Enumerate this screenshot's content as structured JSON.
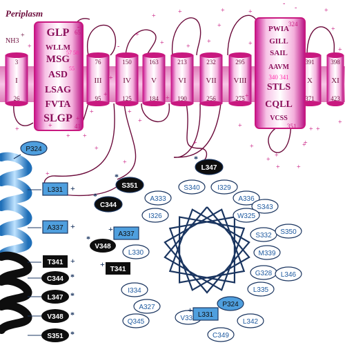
{
  "labels": {
    "periplasm": "Periplasm",
    "nh3": "NH3",
    "nh3_charge": "+"
  },
  "colors": {
    "membrane": "#d0199a",
    "membrane_light": "#f6c5e8",
    "loop": "#6b0a3a",
    "text_magenta": "#c8187f",
    "helix_blue": "#2d8fd8",
    "oval_fill_light": "#ffffff",
    "oval_fill_blue": "#4f9fde",
    "oval_fill_black": "#0e0e0e",
    "navy": "#1a3560",
    "text_blue": "#1e5aa0"
  },
  "tm_segments": [
    {
      "roman": "I",
      "top": "3",
      "bottom": "26"
    },
    {
      "roman": "III",
      "top": "76",
      "bottom": "95"
    },
    {
      "roman": "IV",
      "top": "150",
      "bottom": "125"
    },
    {
      "roman": "V",
      "top": "163",
      "bottom": "184"
    },
    {
      "roman": "VI",
      "top": "213",
      "bottom": "190"
    },
    {
      "roman": "VII",
      "top": "232",
      "bottom": "256"
    },
    {
      "roman": "VIII",
      "top": "295",
      "bottom": "275"
    },
    {
      "roman": "X",
      "top": "391",
      "bottom": "371"
    },
    {
      "roman": "XI",
      "top": "398",
      "bottom": "423"
    }
  ],
  "boxII": {
    "top": "65",
    "bottom": "41",
    "lines": [
      "GLP",
      "WLLM",
      "MSG",
      "ASD",
      "LSAG",
      "FVTA",
      "SLGP"
    ],
    "red": [
      "57 58",
      "55"
    ]
  },
  "boxIX": {
    "top": "324",
    "bottom": "351",
    "lines": [
      "PWIA",
      "GILL",
      "SAIL",
      "AAVM",
      "STLS",
      "CQLL",
      "VCSS"
    ],
    "red": [
      "340 341"
    ]
  },
  "black_markers": [
    {
      "text": "S351",
      "star": "*"
    },
    {
      "text": "L347",
      "star": "*"
    },
    {
      "text": "C344",
      "star": "*"
    }
  ],
  "p324_marker": "P324",
  "side_helix": [
    {
      "text": "L331",
      "style": "blue-box",
      "sign": "+"
    },
    {
      "text": "A337",
      "style": "blue-box",
      "sign": "+"
    },
    {
      "text": "T341",
      "style": "black-box",
      "sign": "+"
    },
    {
      "text": "C344",
      "style": "black-oval",
      "sign": "*"
    },
    {
      "text": "L347",
      "style": "black-oval",
      "sign": "*"
    },
    {
      "text": "V348",
      "style": "black-oval",
      "sign": "*"
    },
    {
      "text": "S351",
      "style": "black-oval",
      "sign": "*"
    }
  ],
  "wheel": [
    {
      "text": "S340",
      "style": "plain"
    },
    {
      "text": "I329",
      "style": "plain"
    },
    {
      "text": "A333",
      "style": "plain"
    },
    {
      "text": "A336",
      "style": "plain"
    },
    {
      "text": "S343",
      "style": "plain"
    },
    {
      "text": "I326",
      "style": "plain"
    },
    {
      "text": "W325",
      "style": "plain"
    },
    {
      "text": "S332",
      "style": "plain"
    },
    {
      "text": "S350",
      "style": "plain"
    },
    {
      "text": "A337",
      "style": "blue-box",
      "sign": "+"
    },
    {
      "text": "V348",
      "style": "black-oval",
      "sign": "*"
    },
    {
      "text": "L330",
      "style": "plain"
    },
    {
      "text": "M339",
      "style": "plain"
    },
    {
      "text": "T341",
      "style": "black-box",
      "sign": "+"
    },
    {
      "text": "G328",
      "style": "plain"
    },
    {
      "text": "L346",
      "style": "plain"
    },
    {
      "text": "I334",
      "style": "plain"
    },
    {
      "text": "L335",
      "style": "plain"
    },
    {
      "text": "A327",
      "style": "plain"
    },
    {
      "text": "P324",
      "style": "blue-oval"
    },
    {
      "text": "V338",
      "style": "plain"
    },
    {
      "text": "L331",
      "style": "blue-box",
      "sign": "+"
    },
    {
      "text": "Q345",
      "style": "plain"
    },
    {
      "text": "L342",
      "style": "plain"
    },
    {
      "text": "C349",
      "style": "plain"
    }
  ],
  "signs": {
    "plus": "+",
    "minus": "-",
    "star": "*"
  }
}
